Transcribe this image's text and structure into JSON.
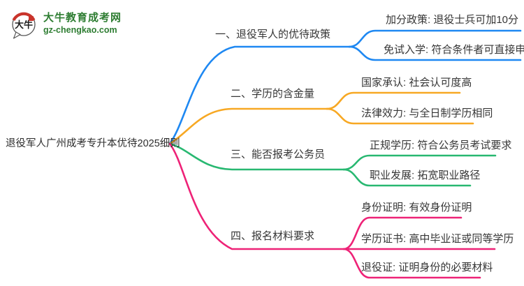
{
  "site": {
    "logo_icon_text": "大牛",
    "logo_title": "大牛教育成考网",
    "logo_domain": "gz-chengkao.com",
    "brand_green": "#2e7d32",
    "seal_red": "#c9342b"
  },
  "mindmap": {
    "root": "退役军人广州成考专升本优待2025细则",
    "branches": [
      {
        "label": "一、退役军人的优待政策",
        "color": "#1e88f2",
        "children": [
          "加分政策: 退役士兵可加10分",
          "免试入学: 符合条件者可直接申请"
        ]
      },
      {
        "label": "二、学历的含金量",
        "color": "#f7a823",
        "children": [
          "国家承认: 社会认可度高",
          "法律效力: 与全日制学历相同"
        ]
      },
      {
        "label": "三、能否报考公务员",
        "color": "#28b871",
        "children": [
          "正规学历: 符合公务员考试要求",
          "职业发展: 拓宽职业路径"
        ]
      },
      {
        "label": "四、报名材料要求",
        "color": "#ee2277",
        "children": [
          "身份证明: 有效身份证明",
          "学历证书: 高中毕业证或同等学历",
          "退役证: 证明身份的必要材料"
        ]
      }
    ]
  }
}
